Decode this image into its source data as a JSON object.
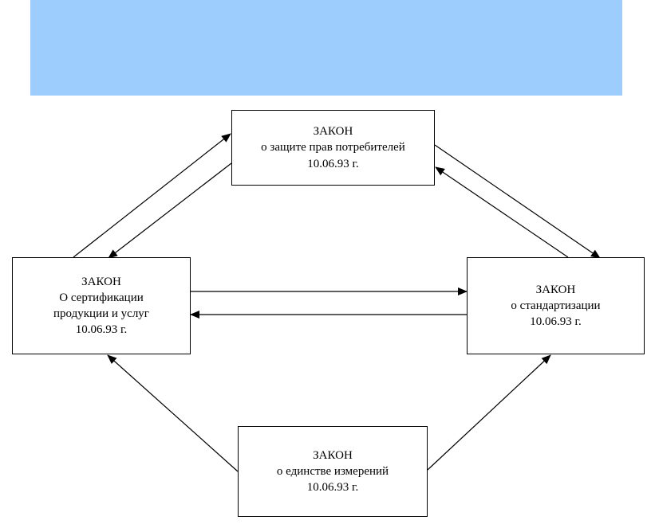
{
  "banner": {
    "color": "#9dcdfd"
  },
  "laws": {
    "consumer_rights": {
      "heading": "ЗАКОН",
      "subject": "о защите прав потребителей",
      "date": "10.06.93 г."
    },
    "certification": {
      "heading": "ЗАКОН",
      "subject_line1": "О сертификации",
      "subject_line2": "продукции и услуг",
      "date": "10.06.93 г."
    },
    "standardization": {
      "heading": "ЗАКОН",
      "subject": "о стандартизации",
      "date": "10.06.93 г."
    },
    "measurement_uniformity": {
      "heading": "ЗАКОН",
      "subject": "о единстве измерений",
      "date": "10.06.93 г."
    }
  }
}
